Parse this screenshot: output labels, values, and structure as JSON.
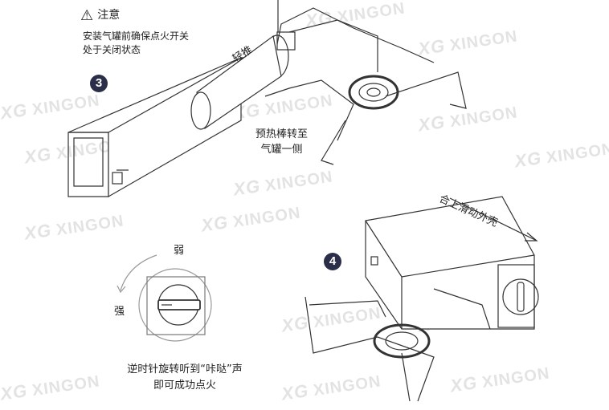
{
  "watermark": {
    "logo": "XG",
    "text": "XINGON"
  },
  "notice": {
    "icon": "warning-triangle-icon",
    "title": "注意",
    "lines": [
      "安装气罐前确保点火开关",
      "处于关闭状态"
    ]
  },
  "step3": {
    "number": "3",
    "push_label": "轻推",
    "preheat_lines": [
      "预热棒转至",
      "气罐一侧"
    ]
  },
  "step4": {
    "number": "4",
    "slide_label": "合上滑动外壳"
  },
  "dial": {
    "weak_label": "弱",
    "strong_label": "强",
    "instruction_lines": [
      "逆时针旋转听到“咔哒”声",
      "即可成功点火"
    ]
  },
  "colors": {
    "badge": "#2b2e48",
    "line": "#333333",
    "watermark": "#e3e3e3"
  }
}
